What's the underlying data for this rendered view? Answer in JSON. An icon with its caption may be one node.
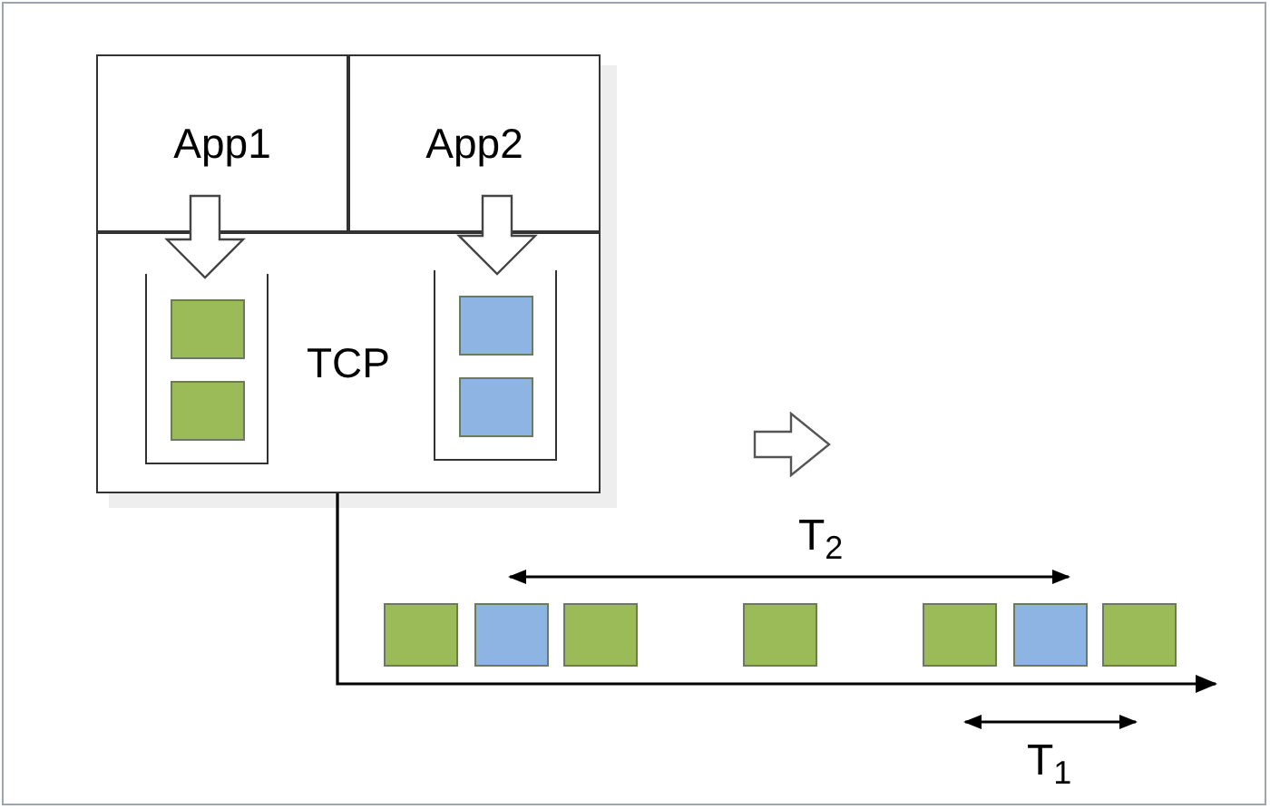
{
  "diagram": {
    "nodes": [
      {
        "text": [
          "App1"
        ]
      },
      {
        "text": [
          "App2"
        ]
      },
      {
        "text": [
          "TCP"
        ]
      },
      {
        "text": [],
        "shape": "box",
        "in": 2
      },
      {
        "text": [],
        "shape": "box",
        "in": 2
      }
    ],
    "edges": [
      {
        "from": 0,
        "to": 3,
        "arrow": "to"
      },
      {
        "from": 1,
        "to": 4,
        "arrow": "to"
      },
      {
        "from": 2,
        "to": null,
        "arrow": "to"
      }
    ],
    "labels": [
      "T$_{2}$",
      "T$_{1}$"
    ]
  }
}
